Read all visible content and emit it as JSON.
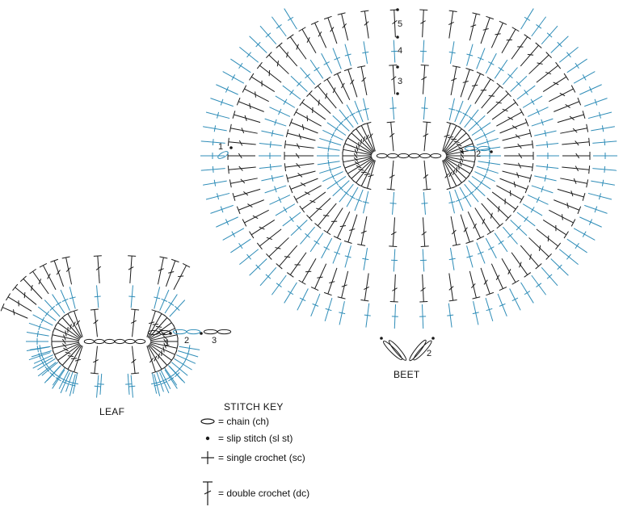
{
  "colors": {
    "black": "#1a1a1a",
    "blue": "#2f8db8"
  },
  "labels": {
    "leaf": "LEAF",
    "beet": "BEET"
  },
  "beet_numbers": [
    "5",
    "4",
    "3",
    "1",
    "2",
    "2"
  ],
  "leaf_numbers": [
    "1",
    "2",
    "3"
  ],
  "stitch_key": {
    "title": "STITCH KEY",
    "items": [
      {
        "symbol": "chain-icon",
        "text": "= chain (ch)"
      },
      {
        "symbol": "slip-stitch-icon",
        "text": "= slip stitch (sl st)"
      },
      {
        "symbol": "single-crochet-icon",
        "text": "= single crochet (sc)"
      },
      {
        "symbol": "double-crochet-icon",
        "text": "= double crochet (dc)"
      }
    ]
  }
}
